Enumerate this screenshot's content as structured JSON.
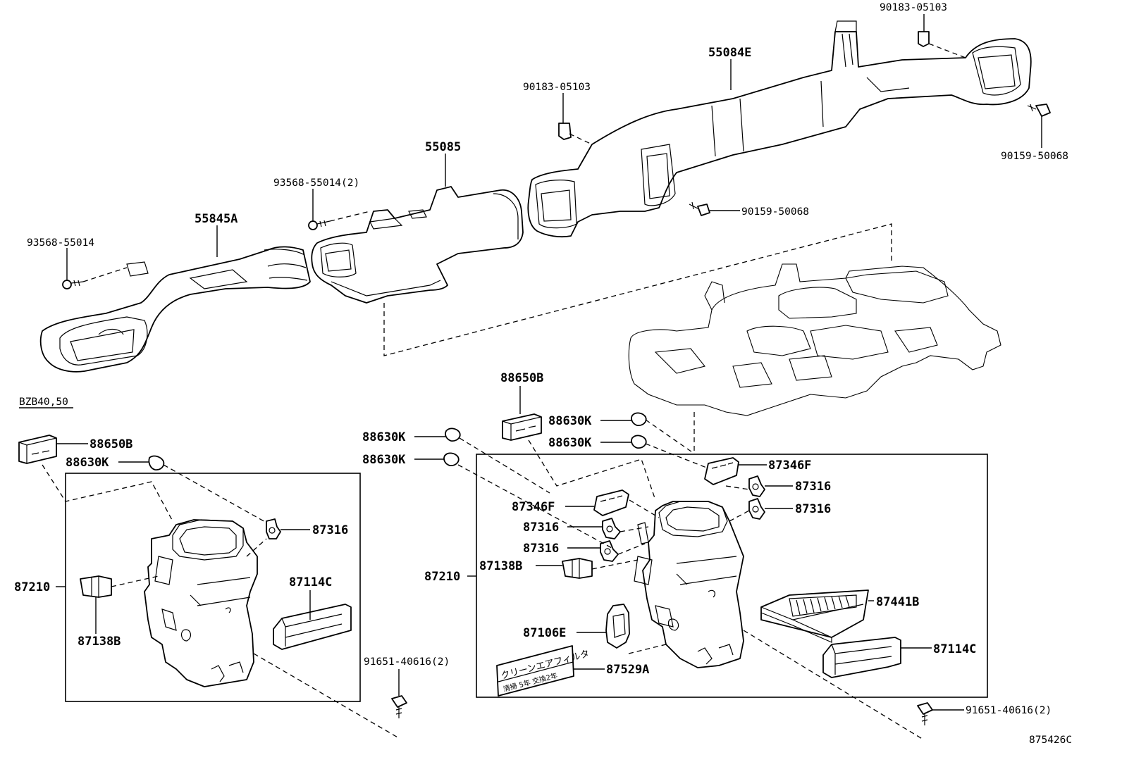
{
  "diagram": {
    "labels": {
      "p55084E": "55084E",
      "p90183_top": "90183-05103",
      "p90183_mid": "90183-05103",
      "p90159_right": "90159-50068",
      "p90159_mid": "90159-50068",
      "p55085": "55085",
      "p93568_2": "93568-55014(2)",
      "p55845A": "55845A",
      "p93568": "93568-55014",
      "variant": "BZB40,50",
      "l88650B": "88650B",
      "l88630K": "88630K",
      "l87316": "87316",
      "l87210": "87210",
      "l87114C": "87114C",
      "l87138B": "87138B",
      "l91651": "91651-40616(2)",
      "r88650B": "88650B",
      "r88630K_a": "88630K",
      "r88630K_b": "88630K",
      "r88630K_c": "88630K",
      "r88630K_d": "88630K",
      "r87346F_a": "87346F",
      "r87346F_b": "87346F",
      "r87316_a": "87316",
      "r87316_b": "87316",
      "r87316_c": "87316",
      "r87316_d": "87316",
      "r87138B": "87138B",
      "r87210": "87210",
      "r87441B": "87441B",
      "r87106E": "87106E",
      "r87529A": "87529A",
      "r87114C": "87114C",
      "r91651": "91651-40616(2)",
      "drawing_id": "875426C"
    },
    "sticker_text": {
      "line1": "クリーンエアフィルタ",
      "line2": "清掃 5年 交換2年"
    }
  }
}
